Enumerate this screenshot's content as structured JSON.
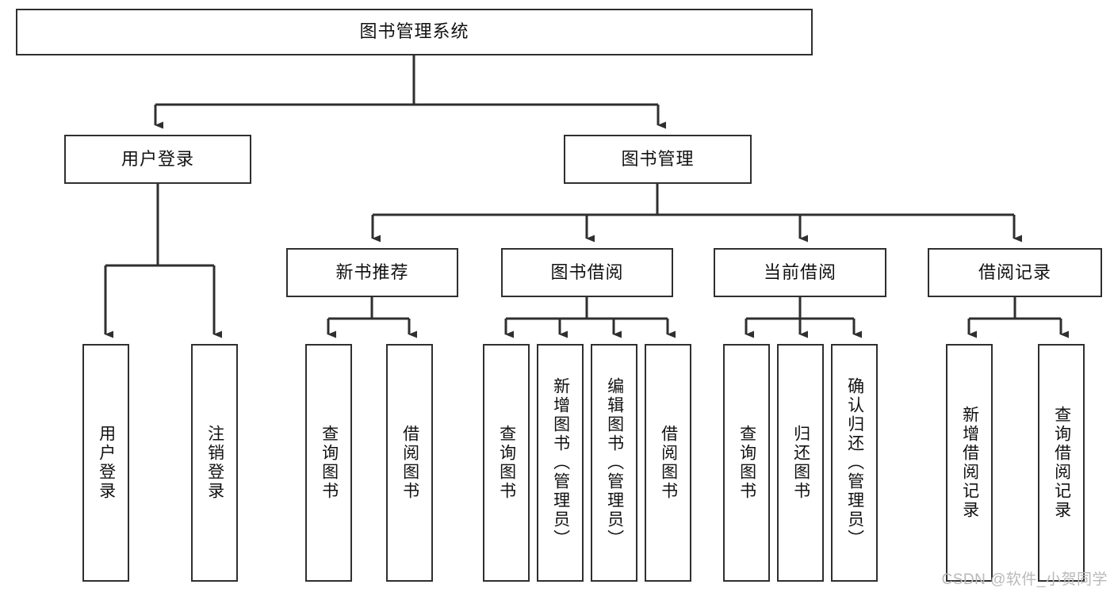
{
  "diagram": {
    "title": "图书管理系统",
    "type": "tree",
    "root": {
      "label": "图书管理系统"
    },
    "level1": [
      {
        "label": "用户登录"
      },
      {
        "label": "图书管理"
      }
    ],
    "level2": [
      {
        "label": "新书推荐"
      },
      {
        "label": "图书借阅"
      },
      {
        "label": "当前借阅"
      },
      {
        "label": "借阅记录"
      }
    ],
    "leaves": {
      "user_login": [
        {
          "label": "用户登录"
        },
        {
          "label": "注销登录"
        }
      ],
      "new_book_recommend": [
        {
          "label": "查询图书"
        },
        {
          "label": "借阅图书"
        }
      ],
      "book_borrow": [
        {
          "label": "查询图书"
        },
        {
          "label": "新增图书（管理员）"
        },
        {
          "label": "编辑图书（管理员）"
        },
        {
          "label": "借阅图书"
        }
      ],
      "current_borrow": [
        {
          "label": "查询图书"
        },
        {
          "label": "归还图书"
        },
        {
          "label": "确认归还（管理员）"
        }
      ],
      "borrow_record": [
        {
          "label": "新增借阅记录"
        },
        {
          "label": "查询借阅记录"
        }
      ]
    }
  },
  "watermark": {
    "text": "CSDN @软件_小贺同学"
  },
  "colors": {
    "stroke": "#2f2f2f",
    "background": "#ffffff",
    "text": "#111111",
    "watermark": "#b9b9b9"
  }
}
